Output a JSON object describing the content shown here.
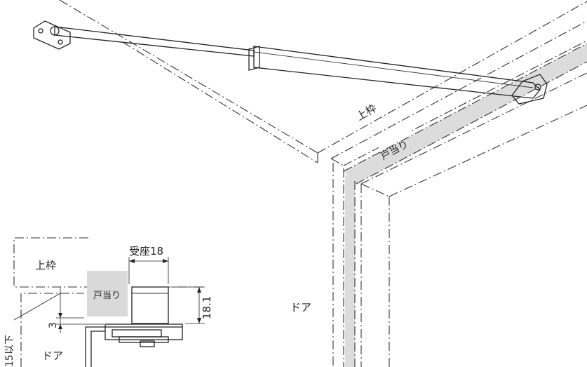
{
  "labels": {
    "upper_frame_3d": "上枠",
    "door_stop_3d": "戸当り",
    "door_3d": "ドア",
    "upper_frame_section": "上枠",
    "door_stop_section": "戸当り",
    "bracket_dim": "受座18",
    "height_dim": "18.1",
    "gap_dim": "3",
    "clearance_dim": "15以下",
    "door_section": "ドア"
  }
}
